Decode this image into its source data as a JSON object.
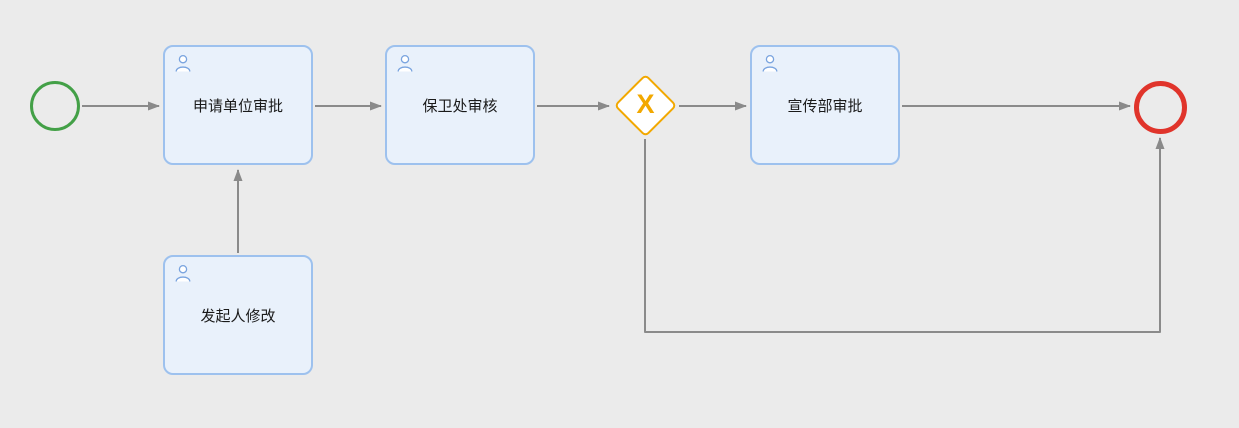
{
  "diagram": {
    "type": "bpmn-process-flow",
    "background": "#ebebeb",
    "colors": {
      "task_fill": "#e9f1fb",
      "task_border": "#9dc1ee",
      "start_event_stroke": "#43a047",
      "end_event_stroke": "#e0342b",
      "gateway_stroke": "#f2a800",
      "connector": "#8a8a8a"
    },
    "nodes": {
      "start": {
        "kind": "start-event",
        "label": ""
      },
      "apply_unit": {
        "kind": "user-task",
        "label": "申请单位审批"
      },
      "security": {
        "kind": "user-task",
        "label": "保卫处审核"
      },
      "gateway": {
        "kind": "exclusive-gateway",
        "marker": "X"
      },
      "publicity": {
        "kind": "user-task",
        "label": "宣传部审批"
      },
      "initiator": {
        "kind": "user-task",
        "label": "发起人修改"
      },
      "end": {
        "kind": "end-event",
        "label": ""
      }
    },
    "flows": [
      {
        "from": "start",
        "to": "apply_unit"
      },
      {
        "from": "apply_unit",
        "to": "security"
      },
      {
        "from": "security",
        "to": "gateway"
      },
      {
        "from": "gateway",
        "to": "publicity"
      },
      {
        "from": "publicity",
        "to": "end"
      },
      {
        "from": "initiator",
        "to": "apply_unit"
      },
      {
        "from": "gateway",
        "to": "end",
        "route": "down-right-up"
      }
    ]
  }
}
